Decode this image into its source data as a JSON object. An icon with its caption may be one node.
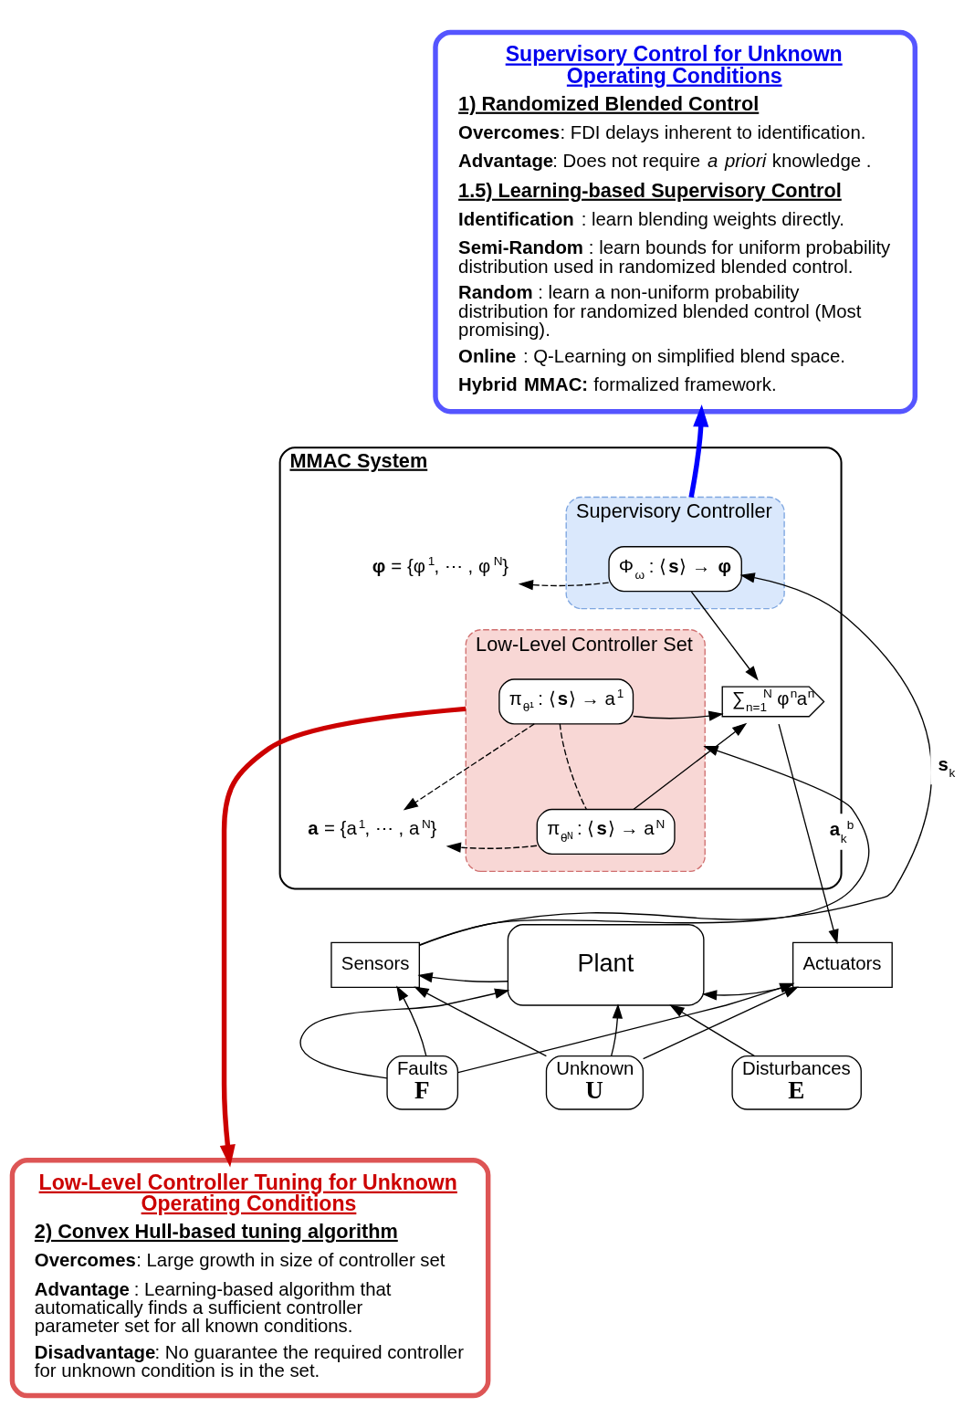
{
  "diagram": {
    "nodes": [
      {
        "text": [
          "Supervisory Control for Unknown Operating Conditions",
          "1) Randomized Blended Control",
          "**Overcomes**: FDI delays inherent to identification.",
          "**Advantage**: Does not require *a priori* knowledge .",
          "1.5) Learning-based Supervisory Control",
          "**Identification** : learn blending weights directly.",
          "**Semi-Random** : learn bounds for uniform probability distribution used in randomized blended control.",
          "**Random** : learn a non-uniform probability distribution for randomized blended control (Most promising).",
          "**Online** : Q-Learning on simplified blend space.",
          "**Hybrid MMAC:** formalized framework."
        ]
      },
      {
        "text": [
          "MMAC System"
        ]
      },
      {
        "text": [
          "Supervisory Controller"
        ],
        "in": 1
      },
      {
        "text": [
          "Φ$_{ω}$ : ⟨**s**⟩ → **φ**"
        ],
        "in": 2
      },
      {
        "text": [
          "**φ** = {φ$^{1}$, ⋯ , φ$^{N}$}"
        ],
        "in": 1
      },
      {
        "text": [
          "∑$_{n=1}$$^{N}$ φ$^{n}$a$^{n}$"
        ],
        "in": 1
      },
      {
        "text": [
          "Low-Level Controller Set"
        ],
        "in": 1
      },
      {
        "text": [
          "π$_{θ¹}$ : ⟨**s**⟩ → a$^{1}$"
        ],
        "in": 6
      },
      {
        "text": [
          "π$_{θᴺ}$ : ⟨**s**⟩ → a$^{N}$"
        ],
        "in": 6
      },
      {
        "text": [
          "**a** = {a$^{1}$, ⋯ , a$^{N}$}"
        ],
        "in": 1
      },
      {
        "text": [
          "Sensors"
        ]
      },
      {
        "text": [
          "Plant"
        ]
      },
      {
        "text": [
          "Actuators"
        ]
      },
      {
        "text": [
          "Faults",
          "F"
        ]
      },
      {
        "text": [
          "Unknown",
          "U"
        ]
      },
      {
        "text": [
          "Disturbances",
          "E"
        ]
      },
      {
        "text": [
          "Low-Level Controller Tuning for Unknown Operating Conditions",
          "2) Convex Hull-based tuning algorithm",
          "**Overcomes**: Large growth in size of controller set",
          "**Advantage** : Learning-based algorithm that automatically finds a sufficient controller parameter set for all known conditions.",
          "**Disadvantage**: No guarantee the required controller for unknown condition is in the set."
        ]
      }
    ],
    "edges": [
      {
        "from": 10,
        "to": 3,
        "arrow": "to",
        "label": "**s**$_{k}$"
      },
      {
        "from": 10,
        "to": 6,
        "arrow": "to"
      },
      {
        "from": 3,
        "to": 5,
        "arrow": "to"
      },
      {
        "from": 7,
        "to": 5,
        "arrow": "to"
      },
      {
        "from": 8,
        "to": 5,
        "arrow": "to"
      },
      {
        "from": 3,
        "to": 4,
        "arrow": "to",
        "style": "dashed"
      },
      {
        "from": 7,
        "to": 9,
        "arrow": "to",
        "style": "dashed"
      },
      {
        "from": 8,
        "to": 9,
        "arrow": "to",
        "style": "dashed"
      },
      {
        "from": 7,
        "to": 8,
        "arrow": "none",
        "style": "dashed"
      },
      {
        "from": 5,
        "to": 12,
        "arrow": "to",
        "label": "**a**$_{k}$$^{b}$"
      },
      {
        "from": 11,
        "to": 10,
        "arrow": "to"
      },
      {
        "from": 12,
        "to": 11,
        "arrow": "to"
      },
      {
        "from": 13,
        "to": 10,
        "arrow": "to"
      },
      {
        "from": 13,
        "to": 11,
        "arrow": "to"
      },
      {
        "from": 13,
        "to": 12,
        "arrow": "to"
      },
      {
        "from": 14,
        "to": 10,
        "arrow": "to"
      },
      {
        "from": 14,
        "to": 11,
        "arrow": "to"
      },
      {
        "from": 14,
        "to": 12,
        "arrow": "to"
      },
      {
        "from": 15,
        "to": 11,
        "arrow": "to"
      },
      {
        "from": 2,
        "to": 0,
        "arrow": "to",
        "style": "thick",
        "color": "#0000ff"
      },
      {
        "from": 6,
        "to": 16,
        "arrow": "to",
        "style": "thick",
        "color": "#cc0000"
      }
    ]
  }
}
